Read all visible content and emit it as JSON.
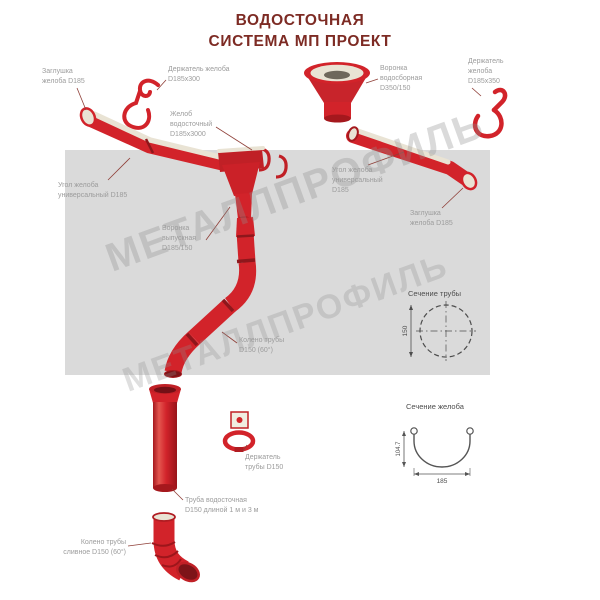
{
  "title": "ВОДОСТОЧНАЯ\nСИСТЕМА МП ПРОЕКТ",
  "watermark": "МЕТАЛЛПРОФИЛЬ",
  "labels": {
    "end_cap_left": "Заглушка\nжелоба D185",
    "gutter_holder_left": "Держатель желоба\nD185х300",
    "collector_funnel": "Воронка\nводосборная\nD350/150",
    "gutter_holder_right": "Держатель\nжелоба\nD185х350",
    "gutter": "Желоб\nводосточный\nD185х3000",
    "gutter_corner_left": "Угол желоба\nуниверсальный D185",
    "gutter_corner_right": "Угол желоба\nуниверсальный\nD185",
    "end_cap_right": "Заглушка\nжелоба D185",
    "outlet_funnel": "Воронка\nвыпускная\nD185/150",
    "pipe_elbow": "Колено трубы\nD150 (60°)",
    "pipe_section_title": "Сечение трубы",
    "gutter_section_title": "Сечение желоба",
    "pipe_holder": "Держатель\nтрубы D150",
    "downpipe": "Труба водосточная\nD150 длиной 1 м и 3 м",
    "drain_elbow": "Колено трубы\nсливное D150 (60°)"
  },
  "dimensions": {
    "pipe_diameter": "150",
    "gutter_width": "185",
    "gutter_depth": "104.7"
  },
  "colors": {
    "red": "#d2232a",
    "dark_red": "#a5181d",
    "deep_red": "#7d1418",
    "cream": "#eae4d6",
    "roof_gray": "#dadada",
    "label_gray": "#9c9c9c",
    "leader": "#8f3f38",
    "title": "#7d2b24"
  }
}
